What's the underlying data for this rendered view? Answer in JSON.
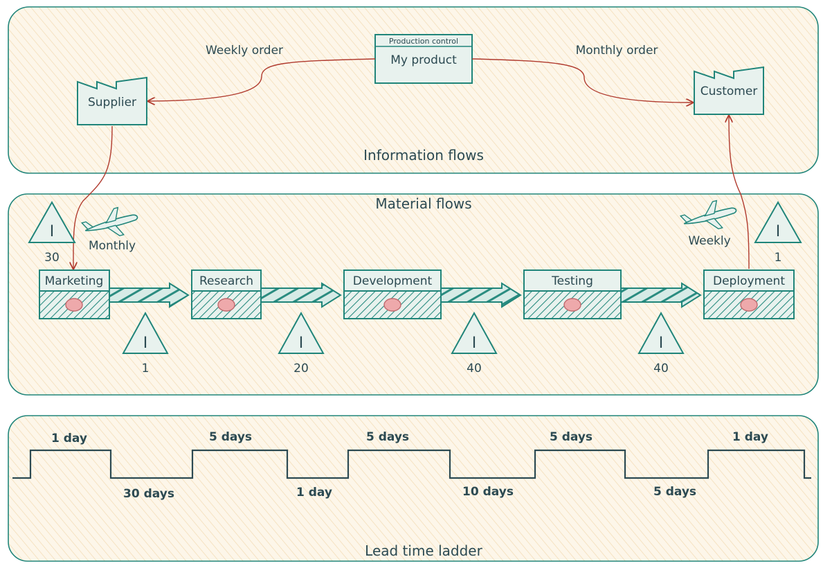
{
  "info": {
    "title": "Information flows",
    "production_control": {
      "header": "Production control",
      "name": "My product"
    },
    "supplier": "Supplier",
    "customer": "Customer",
    "weekly_order": "Weekly order",
    "monthly_order": "Monthly order"
  },
  "material": {
    "title": "Material flows",
    "left_inventory": "30",
    "right_inventory": "1",
    "left_shipment": "Monthly",
    "right_shipment": "Weekly",
    "processes": [
      "Marketing",
      "Research",
      "Development",
      "Testing",
      "Deployment"
    ],
    "inventories": [
      "1",
      "20",
      "40",
      "40"
    ]
  },
  "ladder": {
    "title": "Lead time ladder",
    "top": [
      "1 day",
      "5 days",
      "5 days",
      "5 days",
      "1 day"
    ],
    "bottom": [
      "30 days",
      "1 day",
      "10 days",
      "5 days"
    ]
  },
  "colors": {
    "teal": "#20857a",
    "panel_fill": "#fdf3e1",
    "arrow_red": "#b03a2e",
    "hatch": "#2a8c80",
    "operator": "#eea9ab"
  }
}
